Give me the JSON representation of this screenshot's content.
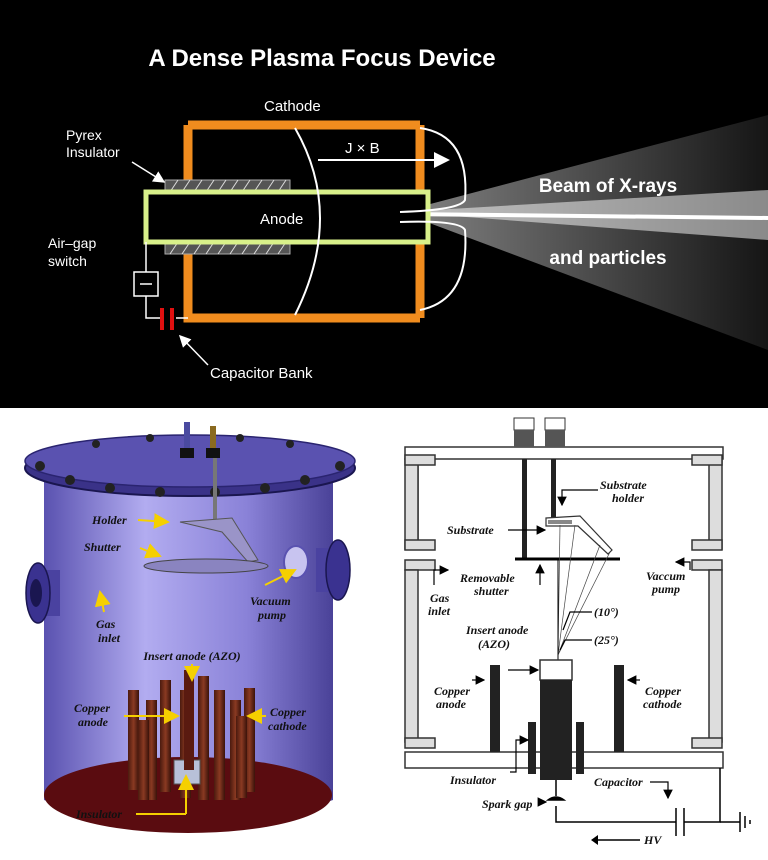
{
  "top_panel": {
    "title": "A Dense Plasma Focus Device",
    "labels": {
      "cathode": "Cathode",
      "pyrex_line1": "Pyrex",
      "pyrex_line2": "Insulator",
      "jxb": "J × B",
      "anode": "Anode",
      "airgap_line1": "Air–gap",
      "airgap_line2": "switch",
      "capacitor_bank": "Capacitor Bank",
      "beam_line1": "Beam of X-rays",
      "beam_line2": "and particles"
    },
    "colors": {
      "background": "#000000",
      "cathode": "#f08c1e",
      "anode": "#d8f08a",
      "capacitor": "#e01010"
    }
  },
  "left_panel": {
    "labels": {
      "holder": "Holder",
      "shutter": "Shutter",
      "vacuum_line1": "Vacuum",
      "vacuum_line2": "pump",
      "gas_line1": "Gas",
      "gas_line2": "inlet",
      "insert_anode": "Insert anode (AZO)",
      "copper_anode_line1": "Copper",
      "copper_anode_line2": "anode",
      "copper_cathode_line1": "Copper",
      "copper_cathode_line2": "cathode",
      "insulator": "Insulator"
    },
    "colors": {
      "chamber": "#8a82d8",
      "electrodes": "#6b2a1a",
      "labels": "#f5d000"
    }
  },
  "right_panel": {
    "labels": {
      "substrate_holder_line1": "Substrate",
      "substrate_holder_line2": "holder",
      "substrate": "Substrate",
      "removable_line1": "Removable",
      "removable_line2": "shutter",
      "gas_line1": "Gas",
      "gas_line2": "inlet",
      "vaccum_line1": "Vaccum",
      "vaccum_line2": "pump",
      "angle_10": "(10°)",
      "angle_25": "(25°)",
      "insert_anode_line1": "Insert anode",
      "insert_anode_line2": "(AZO)",
      "copper_anode_line1": "Copper",
      "copper_anode_line2": "anode",
      "copper_cathode_line1": "Copper",
      "copper_cathode_line2": "cathode",
      "insulator": "Insulator",
      "capacitor": "Capacitor",
      "spark_gap": "Spark gap",
      "hv": "HV"
    }
  }
}
